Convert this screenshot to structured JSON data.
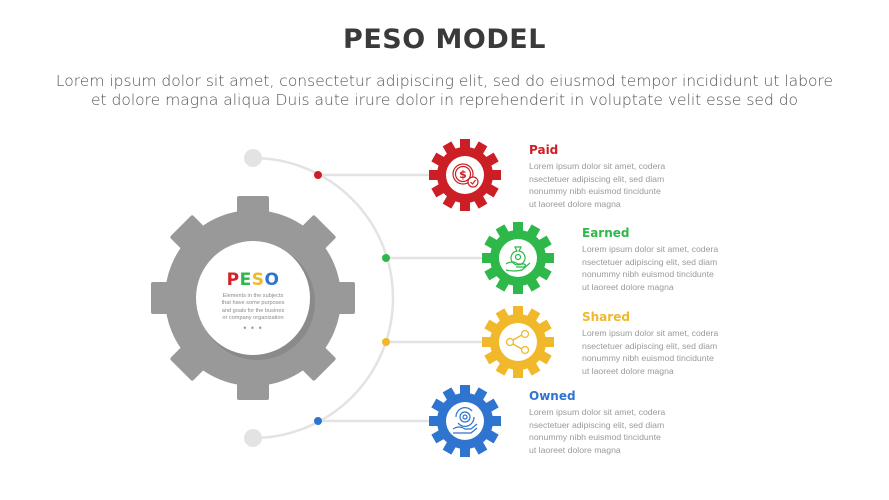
{
  "header": {
    "title": "PESO MODEL",
    "subtitle_line1": "Lorem ipsum dolor sit amet, consectetur adipiscing elit, sed do eiusmod tempor incididunt ut labore",
    "subtitle_line2": "et dolore magna aliqua Duis aute irure dolor in reprehenderit in voluptate velit esse sed do"
  },
  "center": {
    "letters": [
      {
        "char": "P",
        "color": "#d42027"
      },
      {
        "char": "E",
        "color": "#2fb84a"
      },
      {
        "char": "S",
        "color": "#f0b82a"
      },
      {
        "char": "O",
        "color": "#2f74cf"
      }
    ],
    "description_lines": [
      "Elements in the subjects",
      "that have some purposes",
      "and goals for the busines",
      "or company organization"
    ],
    "more": "• • •",
    "gear_color": "#999999"
  },
  "items": [
    {
      "title": "Paid",
      "color": "#cc1f25",
      "icon": "dollar-coin-check-icon",
      "lines": [
        "Lorem ipsum dolor sit amet, codera",
        "nsectetuer adipiscing elit, sed diam",
        "nonummy nibh euismod tincidunte",
        "ut laoreet dolore magna"
      ]
    },
    {
      "title": "Earned",
      "color": "#2fb84a",
      "icon": "money-bag-hand-icon",
      "lines": [
        "Lorem ipsum dolor sit amet, codera",
        "nsectetuer adipiscing elit, sed diam",
        "nonummy nibh euismod tincidunte",
        "ut laoreet dolore magna"
      ]
    },
    {
      "title": "Shared",
      "color": "#f0b82a",
      "icon": "share-icon",
      "lines": [
        "Lorem ipsum dolor sit amet, codera",
        "nsectetuer adipiscing elit, sed diam",
        "nonummy nibh euismod tincidunte",
        "ut laoreet dolore magna"
      ]
    },
    {
      "title": "Owned",
      "color": "#2f74cf",
      "icon": "gear-hand-icon",
      "lines": [
        "Lorem ipsum dolor sit amet, codera",
        "nsectetuer adipiscing elit, sed diam",
        "nonummy nibh euismod tincidunte",
        "ut laoreet dolore magna"
      ]
    }
  ]
}
